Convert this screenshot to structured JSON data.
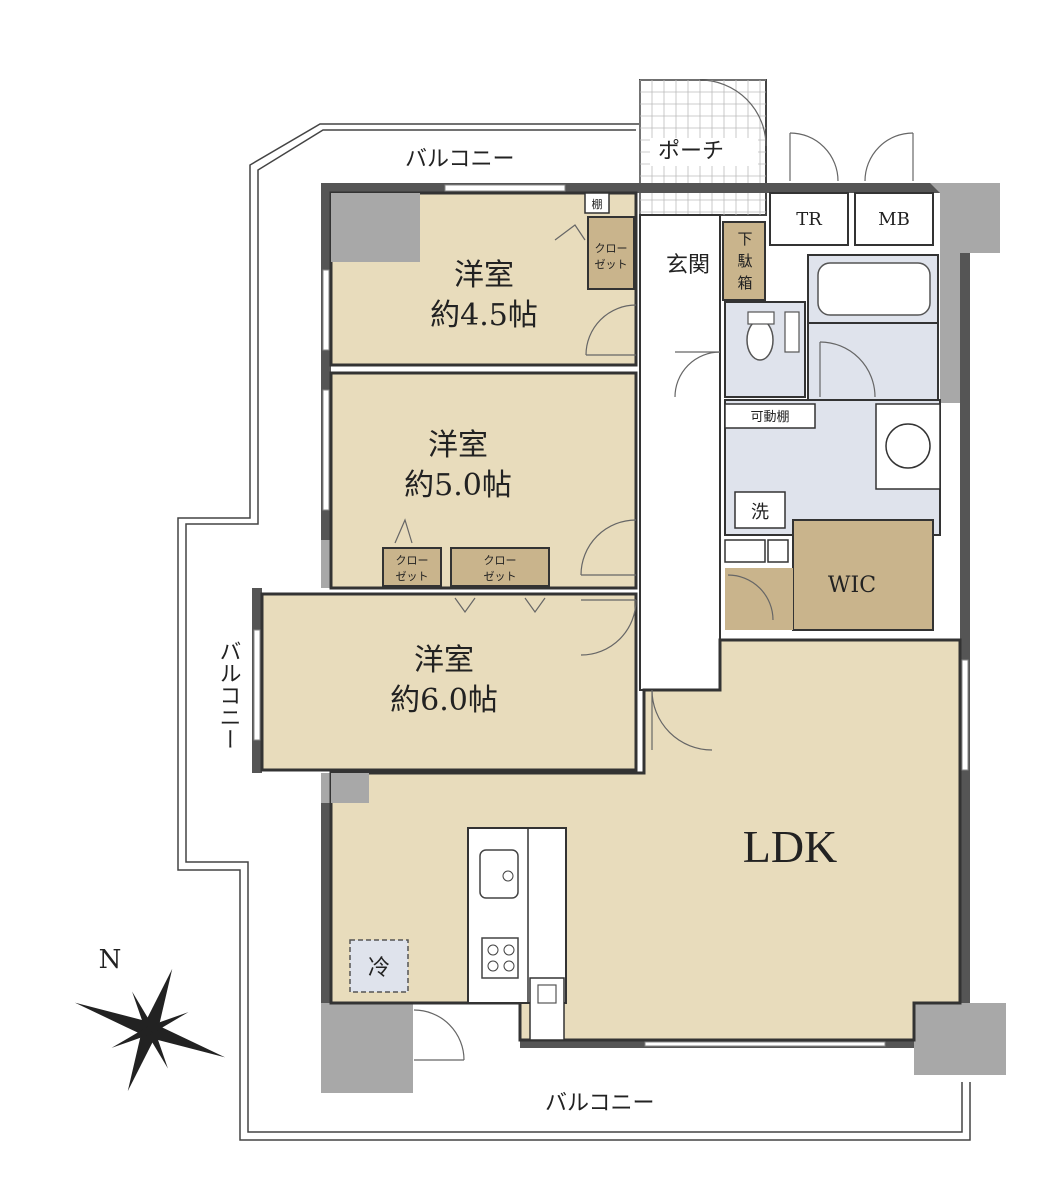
{
  "balcony": {
    "top": "バルコニー",
    "left": "バルコニー",
    "bottom": "バルコニー"
  },
  "porch": "ポーチ",
  "entrance": "玄関",
  "shoe_box": [
    "下",
    "駄",
    "箱"
  ],
  "tr": "TR",
  "mb": "MB",
  "shelf": "棚",
  "movable_shelf": "可動棚",
  "washer": "洗",
  "wic": "WIC",
  "fridge": "冷",
  "ldk": "LDK",
  "closet": [
    "クロー",
    "ゼット"
  ],
  "rooms": [
    {
      "name": "洋室",
      "size": "約4.5帖"
    },
    {
      "name": "洋室",
      "size": "約5.0帖"
    },
    {
      "name": "洋室",
      "size": "約6.0帖"
    }
  ],
  "compass": "N",
  "colors": {
    "room": "#e8dcbc",
    "closet": "#c9b48c",
    "wet": "#dfe3ec",
    "wall": "#333333",
    "column": "#a8a8a8"
  }
}
